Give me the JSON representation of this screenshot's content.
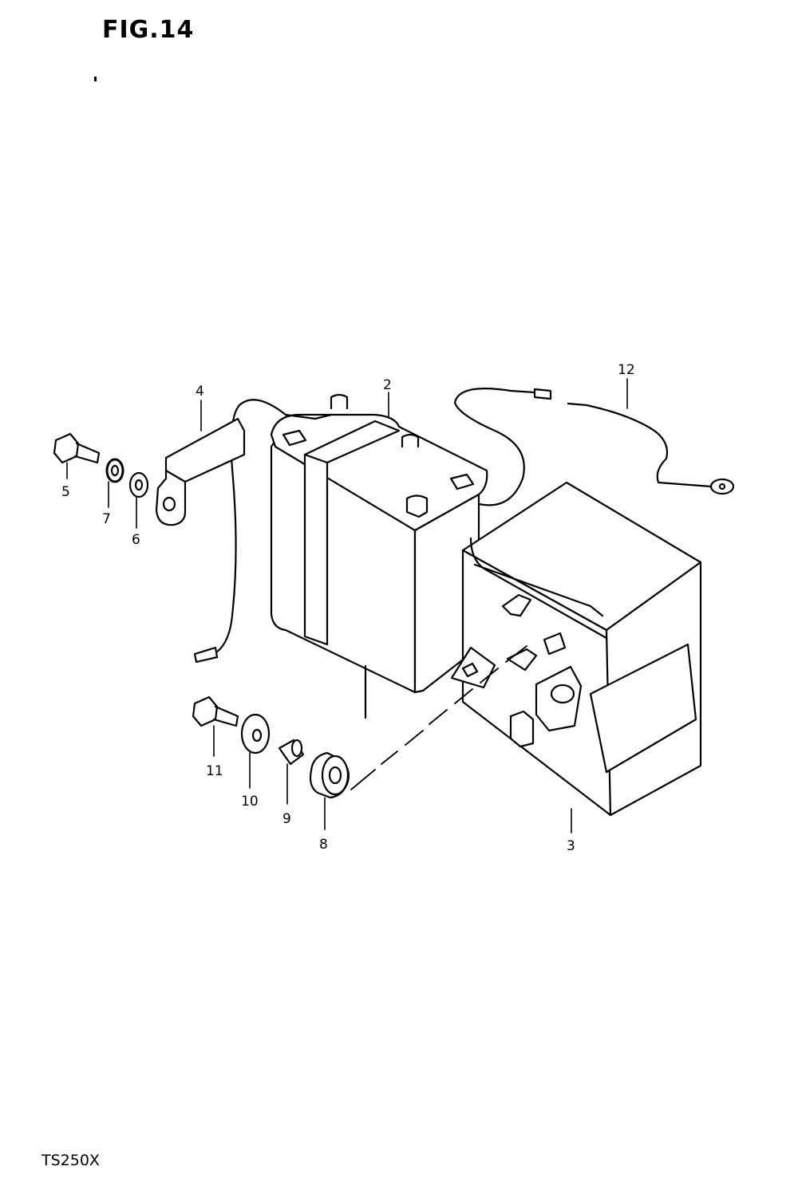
{
  "figure": {
    "title": "FIG.14",
    "model": "TS250X"
  },
  "callouts": [
    "2",
    "3",
    "4",
    "5",
    "6",
    "7",
    "8",
    "9",
    "10",
    "11",
    "12"
  ],
  "parts_icons": {
    "battery": "battery-icon",
    "battery_case": "battery-case-icon",
    "bracket": "bracket-icon",
    "lead_wire": "lead-wire-icon",
    "bolt": "bolt-icon",
    "washer": "washer-icon",
    "spacer": "spacer-icon",
    "grommet": "grommet-icon"
  }
}
